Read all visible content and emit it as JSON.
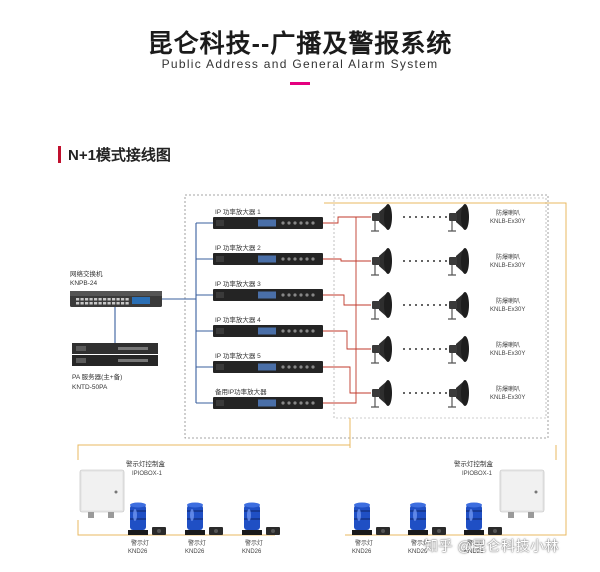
{
  "header": {
    "title": "昆仑科技--广播及警报系统",
    "subtitle": "Public Address and General Alarm System",
    "accent_color": "#e4007f"
  },
  "section": {
    "title": "N+1模式接线图",
    "bar_color": "#c0102e"
  },
  "switch": {
    "name": "网络交换机",
    "model": "KNPB-24"
  },
  "server": {
    "name": "PA 服务器(主+备)",
    "model": "KNTD-50PA"
  },
  "amplifiers": [
    {
      "label": "IP 功率放大器 1"
    },
    {
      "label": "IP 功率放大器 2"
    },
    {
      "label": "IP 功率放大器 3"
    },
    {
      "label": "IP 功率放大器 4"
    },
    {
      "label": "IP 功率放大器 5"
    },
    {
      "label": "备用IP功率放大器"
    }
  ],
  "horns": [
    {
      "name": "防爆喇叭",
      "model": "KNLB-Ex30Y"
    },
    {
      "name": "防爆喇叭",
      "model": "KNLB-Ex30Y"
    },
    {
      "name": "防爆喇叭",
      "model": "KNLB-Ex30Y"
    },
    {
      "name": "防爆喇叭",
      "model": "KNLB-Ex30Y"
    },
    {
      "name": "防爆喇叭",
      "model": "KNLB-Ex30Y"
    }
  ],
  "control_boxes": [
    {
      "name": "警示灯控制盒",
      "model": "IPIOBOX-1"
    },
    {
      "name": "警示灯控制盒",
      "model": "IPIOBOX-1"
    }
  ],
  "lights": [
    {
      "name": "警示灯",
      "model": "KND26"
    },
    {
      "name": "警示灯",
      "model": "KND26"
    },
    {
      "name": "警示灯",
      "model": "KND26"
    },
    {
      "name": "警示灯",
      "model": "KND26"
    },
    {
      "name": "警示灯",
      "model": "KND26"
    },
    {
      "name": "警示灯",
      "model": "KND26"
    }
  ],
  "colors": {
    "network_line": "#3a5f9e",
    "speaker_line": "#c0392b",
    "control_line": "#e8b960",
    "dashed_box": "#888888",
    "device_body": "#2b2b2b",
    "light_blue": "#1f4fc4"
  },
  "watermark": {
    "text": "知乎 @昆仑科技小林"
  }
}
